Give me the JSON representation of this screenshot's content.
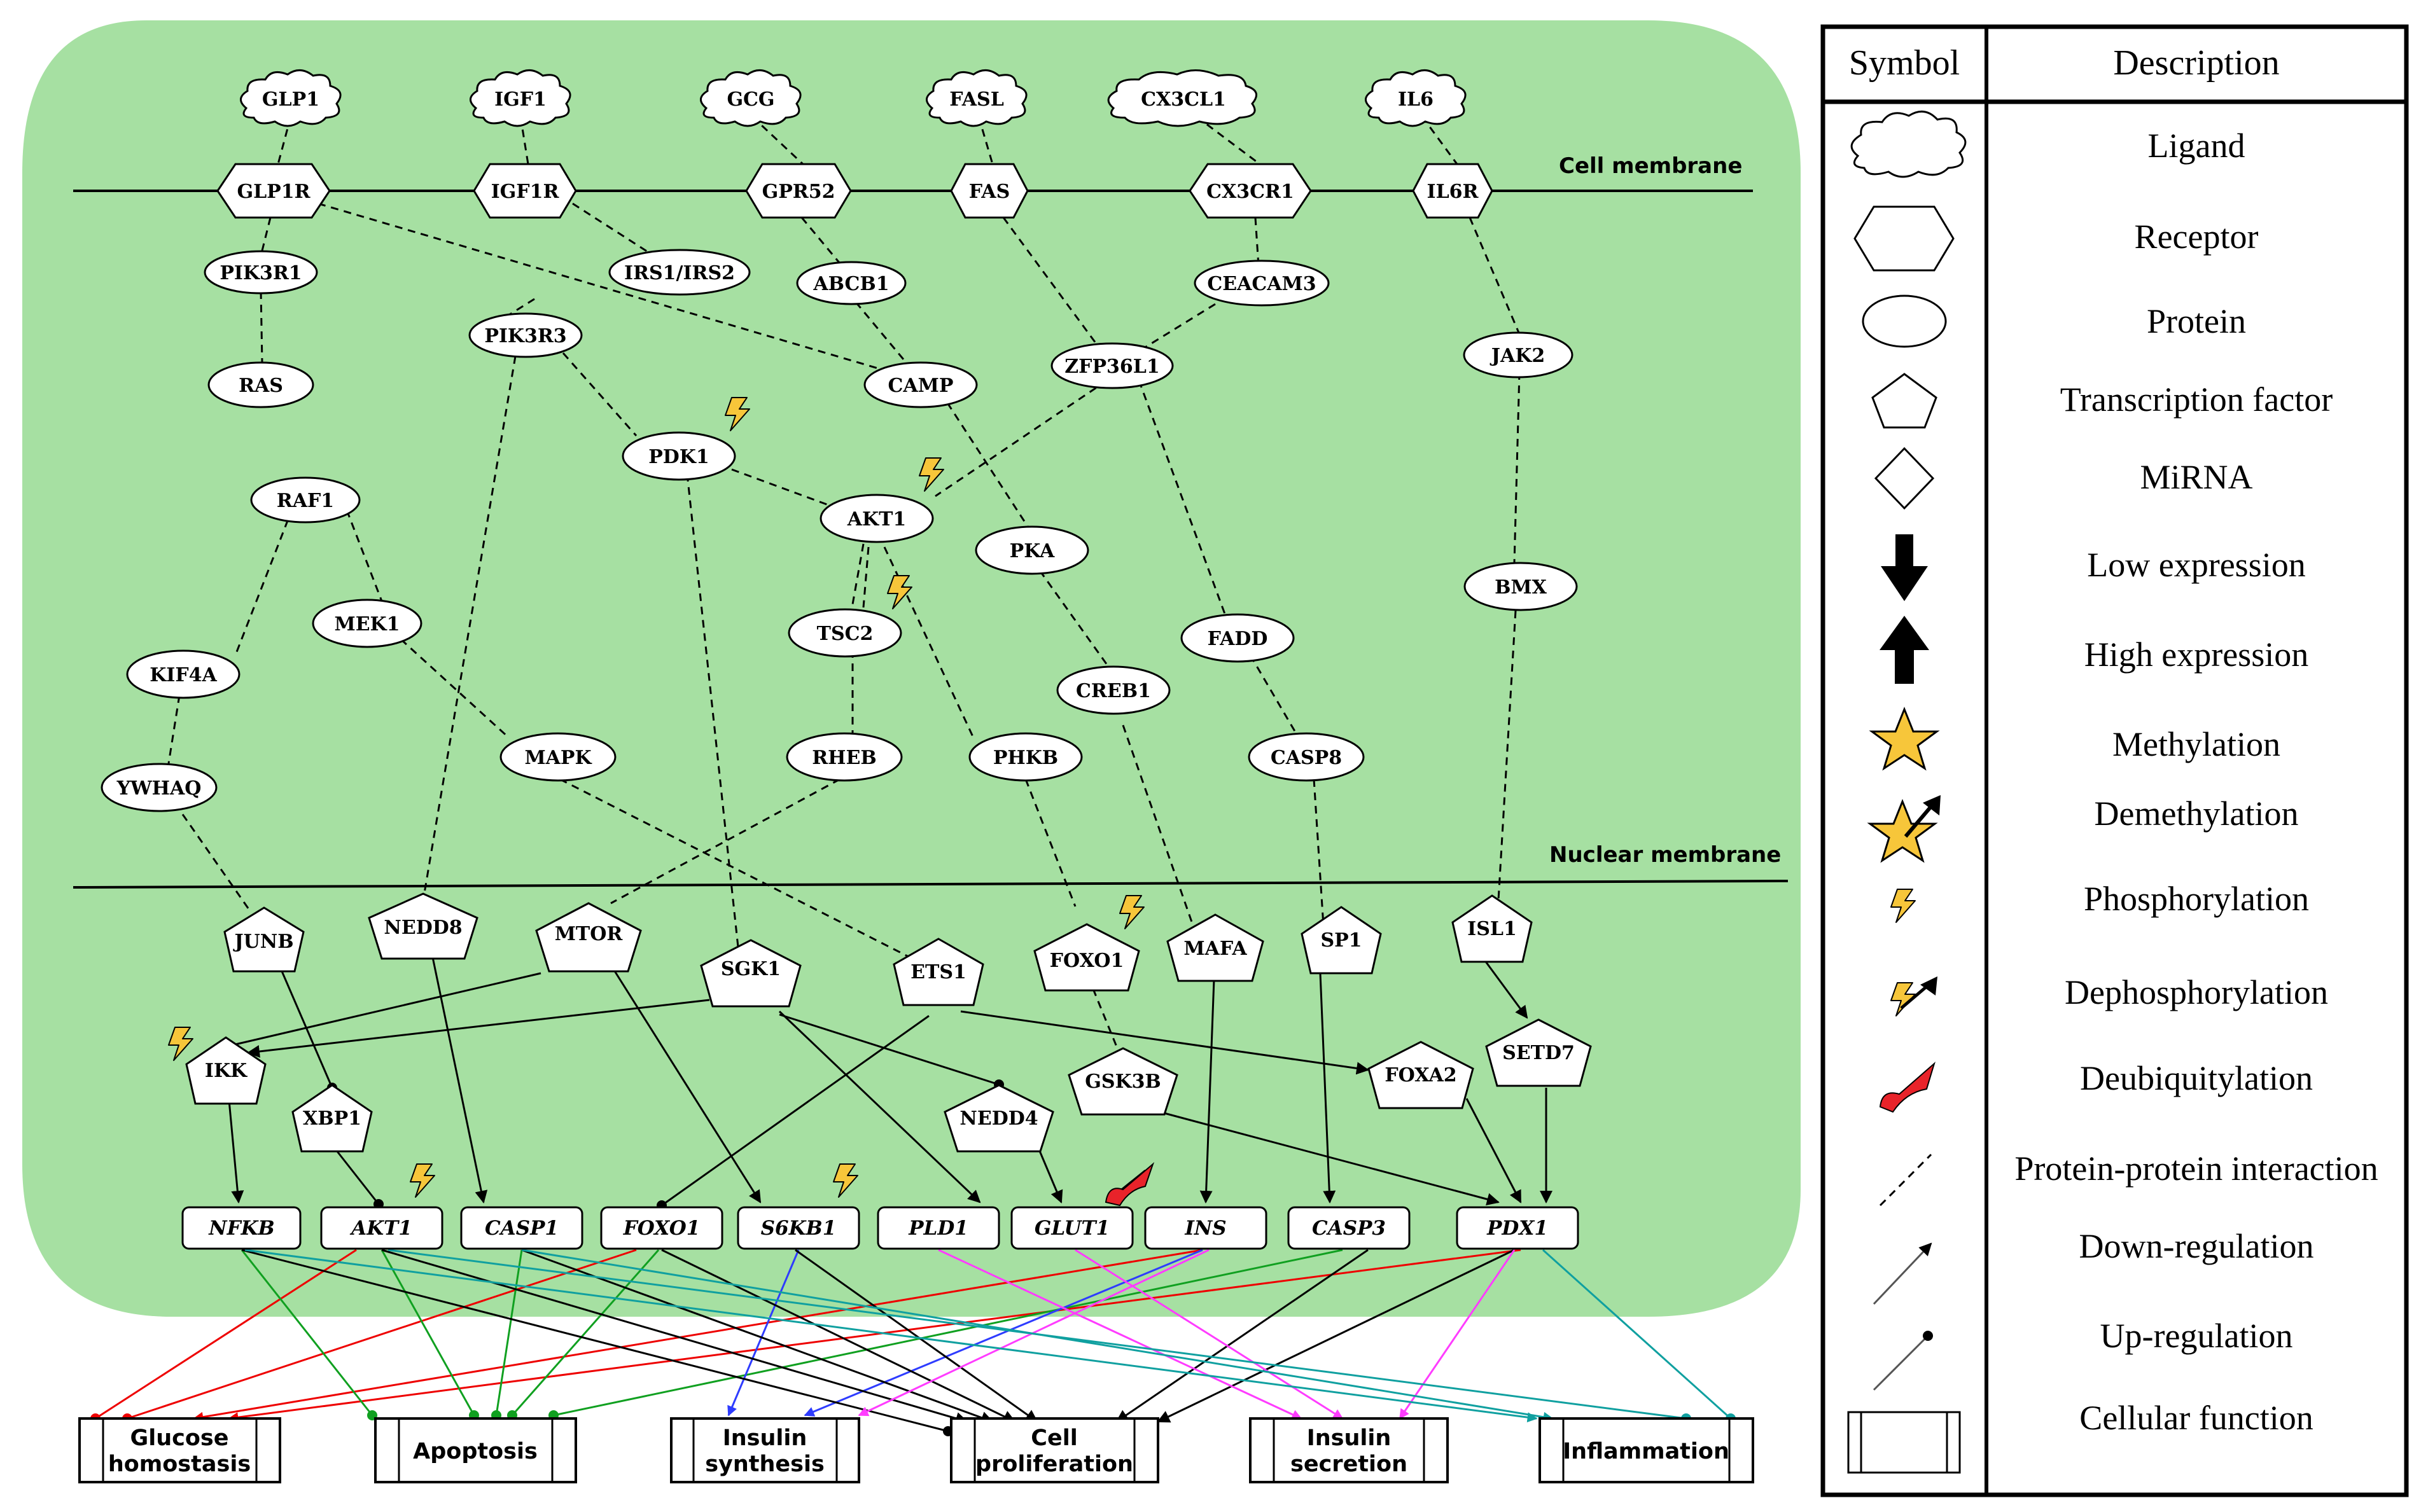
{
  "membranes": {
    "cell": "Cell membrane",
    "nuclear": "Nuclear membrane"
  },
  "nodes": {
    "GLP1": "GLP1",
    "IGF1": "IGF1",
    "GCG": "GCG",
    "FASL": "FASL",
    "CX3CL1": "CX3CL1",
    "IL6": "IL6",
    "GLP1R": "GLP1R",
    "IGF1R": "IGF1R",
    "GPR52": "GPR52",
    "FAS": "FAS",
    "CX3CR1": "CX3CR1",
    "IL6R": "IL6R",
    "PIK3R1": "PIK3R1",
    "IRS1_IRS2": "IRS1/IRS2",
    "ABCB1": "ABCB1",
    "CEACAM3": "CEACAM3",
    "PIK3R3": "PIK3R3",
    "RAS": "RAS",
    "CAMP": "CAMP",
    "ZFP36L1": "ZFP36L1",
    "JAK2": "JAK2",
    "PDK1": "PDK1",
    "RAF1": "RAF1",
    "AKT1": "AKT1",
    "PKA": "PKA",
    "BMX": "BMX",
    "MEK1": "MEK1",
    "TSC2": "TSC2",
    "FADD": "FADD",
    "KIF4A": "KIF4A",
    "CREB1": "CREB1",
    "MAPK": "MAPK",
    "RHEB": "RHEB",
    "PHKB": "PHKB",
    "CASP8": "CASP8",
    "YWHAQ": "YWHAQ",
    "JUNB": "JUNB",
    "NEDD8": "NEDD8",
    "MTOR": "MTOR",
    "SGK1": "SGK1",
    "ETS1": "ETS1",
    "FOXO1_TF": "FOXO1",
    "MAFA": "MAFA",
    "SP1": "SP1",
    "ISL1": "ISL1",
    "IKK": "IKK",
    "XBP1": "XBP1",
    "NEDD4": "NEDD4",
    "GSK3B": "GSK3B",
    "FOXA2": "FOXA2",
    "SETD7": "SETD7",
    "g_NFKB": "NFKB",
    "g_AKT1": "AKT1",
    "g_CASP1": "CASP1",
    "g_FOXO1": "FOXO1",
    "g_S6KB1": "S6KB1",
    "g_PLD1": "PLD1",
    "g_GLUT1": "GLUT1",
    "g_INS": "INS",
    "g_CASP3": "CASP3",
    "g_PDX1": "PDX1"
  },
  "functions": {
    "glucose_1": "Glucose",
    "glucose_2": "homostasis",
    "apoptosis": "Apoptosis",
    "insulin_syn_1": "Insulin",
    "insulin_syn_2": "synthesis",
    "cell_prolif_1": "Cell",
    "cell_prolif_2": "proliferation",
    "insulin_sec_1": "Insulin",
    "insulin_sec_2": "secretion",
    "inflammation": "Inflammation"
  },
  "colors": {
    "cell_bg": "#a6e0a2",
    "glucose": "#ee0000",
    "apoptosis": "#10a020",
    "insulin_synthesis": "#2e3cff",
    "cell_proliferation": "#000000",
    "insulin_secretion": "#ff3cff",
    "inflammation": "#10a0a0",
    "lightning": "#f7c63a"
  },
  "legend": {
    "header_symbol": "Symbol",
    "header_description": "Description",
    "rows": [
      {
        "icon": "ligand-cloud-icon",
        "label": "Ligand"
      },
      {
        "icon": "receptor-hexagon-icon",
        "label": "Receptor"
      },
      {
        "icon": "protein-ellipse-icon",
        "label": "Protein"
      },
      {
        "icon": "transcription-factor-pentagon-icon",
        "label": "Transcription factor"
      },
      {
        "icon": "mirna-diamond-icon",
        "label": "MiRNA"
      },
      {
        "icon": "arrow-down-icon",
        "label": "Low expression"
      },
      {
        "icon": "arrow-up-icon",
        "label": "High expression"
      },
      {
        "icon": "star-icon",
        "label": "Methylation"
      },
      {
        "icon": "star-arrow-icon",
        "label": "Demethylation"
      },
      {
        "icon": "lightning-icon",
        "label": "Phosphorylation"
      },
      {
        "icon": "lightning-arrow-icon",
        "label": "Dephosphorylation"
      },
      {
        "icon": "red-arrow-icon",
        "label": "Deubiquitylation"
      },
      {
        "icon": "dashed-line-icon",
        "label": "Protein-protein interaction"
      },
      {
        "icon": "arrow-line-icon",
        "label": "Down-regulation"
      },
      {
        "icon": "dot-line-icon",
        "label": "Up-regulation"
      },
      {
        "icon": "function-box-icon",
        "label": "Cellular function"
      }
    ]
  }
}
